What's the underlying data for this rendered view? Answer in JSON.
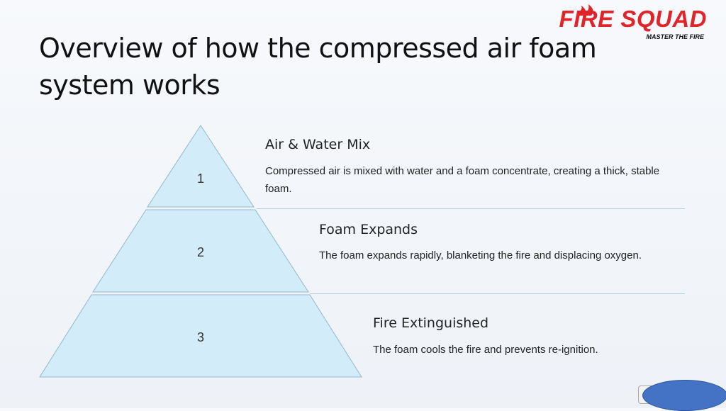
{
  "title": "Overview of how the compressed air foam system works",
  "logo": {
    "brand": "FIRE SQUAD",
    "tagline": "MASTER THE FIRE"
  },
  "colors": {
    "tier_fill": "#d3ecfa",
    "tier_stroke": "#93b8cc",
    "brand_red": "#e0252a",
    "button_blue": "#4472c4"
  },
  "steps": [
    {
      "number": "1",
      "title": "Air & Water Mix",
      "description": "Compressed air is mixed with water and a foam concentrate, creating a thick, stable foam."
    },
    {
      "number": "2",
      "title": "Foam Expands",
      "description": "The foam expands rapidly, blanketing the fire and displacing oxygen."
    },
    {
      "number": "3",
      "title": "Fire Extinguished",
      "description": "The foam cools the fire and prevents re-ignition."
    }
  ]
}
